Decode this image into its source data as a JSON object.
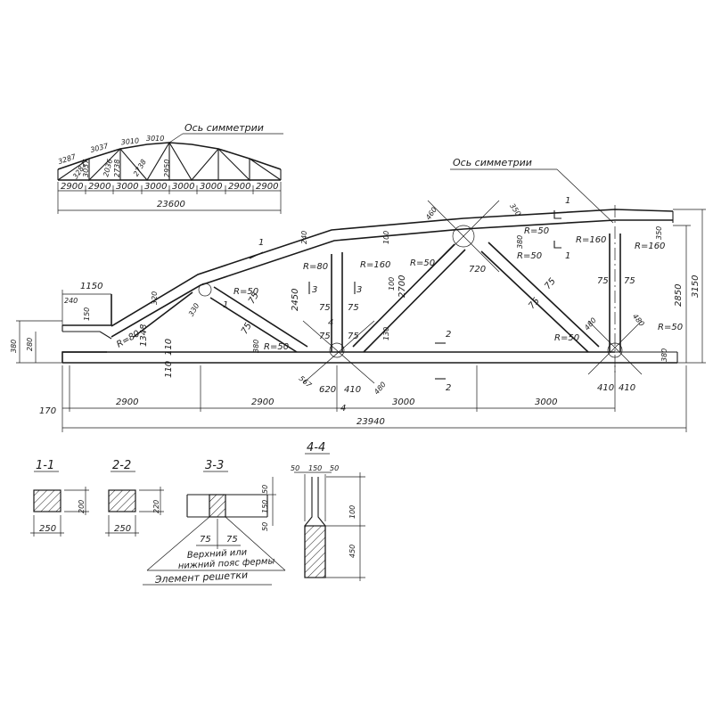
{
  "overview": {
    "symmetry_axis": "Ось симметрии",
    "top_lengths": [
      "3287",
      "3037",
      "3010",
      "3010"
    ],
    "web_lengths": [
      "3287",
      "3037",
      "2036",
      "2738",
      "2738",
      "2950"
    ],
    "bottom_spans": [
      "2900",
      "2900",
      "3000",
      "3000",
      "3000",
      "3000",
      "2900",
      "2900"
    ],
    "total_span": "23600"
  },
  "main": {
    "symmetry_axis": "Ось симметрии",
    "bottom_spans": [
      "170",
      "2900",
      "2900",
      "3000",
      "3000"
    ],
    "total_length": "23940",
    "overall_heights": [
      "2850",
      "3150"
    ],
    "left_end": {
      "top_width": "1150",
      "dims": [
        "240",
        "150",
        "280",
        "380"
      ]
    },
    "radii": [
      "R=80",
      "R=80",
      "R=50",
      "R=160",
      "R=50",
      "R=50",
      "R=50",
      "R=160",
      "R=160",
      "R=50",
      "R=50",
      "R=50"
    ],
    "member_widths": [
      "75",
      "75",
      "75",
      "75",
      "75",
      "75",
      "75",
      "75",
      "75",
      "75"
    ],
    "heights": [
      "2450",
      "2700",
      "1348",
      "110",
      "110"
    ],
    "misc_dims": [
      "240",
      "100",
      "100",
      "320",
      "330",
      "380",
      "380",
      "380",
      "460",
      "350",
      "350",
      "720",
      "480",
      "480",
      "480",
      "567",
      "620",
      "410",
      "410",
      "410",
      "130"
    ],
    "section_marks": [
      "1",
      "1",
      "2",
      "2",
      "3",
      "3",
      "4",
      "4",
      "1",
      "1"
    ]
  },
  "sections": {
    "s1": {
      "title": "1-1",
      "width": "250",
      "height": "200"
    },
    "s2": {
      "title": "2-2",
      "width": "250",
      "height": "220"
    },
    "s3": {
      "title": "3-3",
      "dims_right": [
        "50",
        "150",
        "50"
      ],
      "dims_bottom": [
        "75",
        "75"
      ],
      "note_line1": "Верхний или",
      "note_line2": "нижний пояс фермы",
      "note_line3": "Элемент решетки"
    },
    "s4": {
      "title": "4-4",
      "dims_top": [
        "50",
        "150",
        "50"
      ],
      "dims_right": [
        "100",
        "450"
      ]
    }
  }
}
